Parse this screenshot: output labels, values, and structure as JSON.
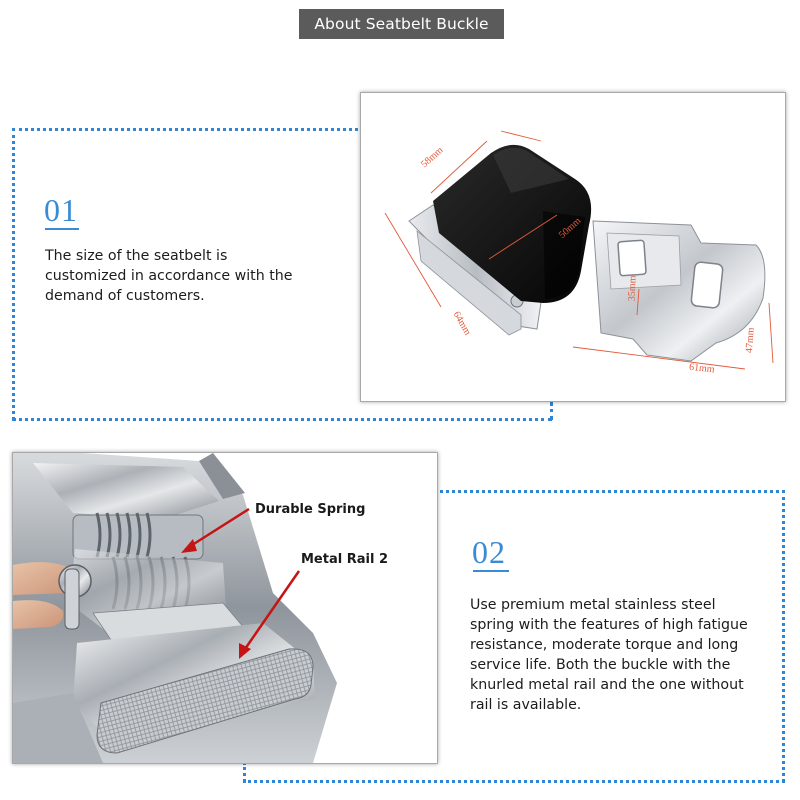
{
  "header": {
    "title": "About Seatbelt Buckle"
  },
  "section1": {
    "number": "01",
    "description_lines": [
      "The size of  the seatbelt is",
      "customized in accordance with the",
      "demand of customers."
    ],
    "dimensions": {
      "top": "58mm",
      "depth": "50mm",
      "slot": "35mm",
      "height": "47mm",
      "length": "61mm",
      "side": "64mm"
    }
  },
  "section2": {
    "number": "02",
    "description_lines": [
      "Use premium metal stainless steel",
      "spring with the features of high fatigue",
      "resistance, moderate torque and long",
      "service life. Both the buckle with the",
      "knurled metal rail and the one without",
      "rail is available."
    ],
    "callouts": {
      "spring": "Durable Spring",
      "rail": "Metal Rail 2"
    }
  },
  "colors": {
    "accent": "#3a8bd3",
    "dotted_border": "#2f86d6",
    "title_bg": "#5b5b5b",
    "dimension_text": "#e25a3a",
    "arrow": "#c41414"
  }
}
